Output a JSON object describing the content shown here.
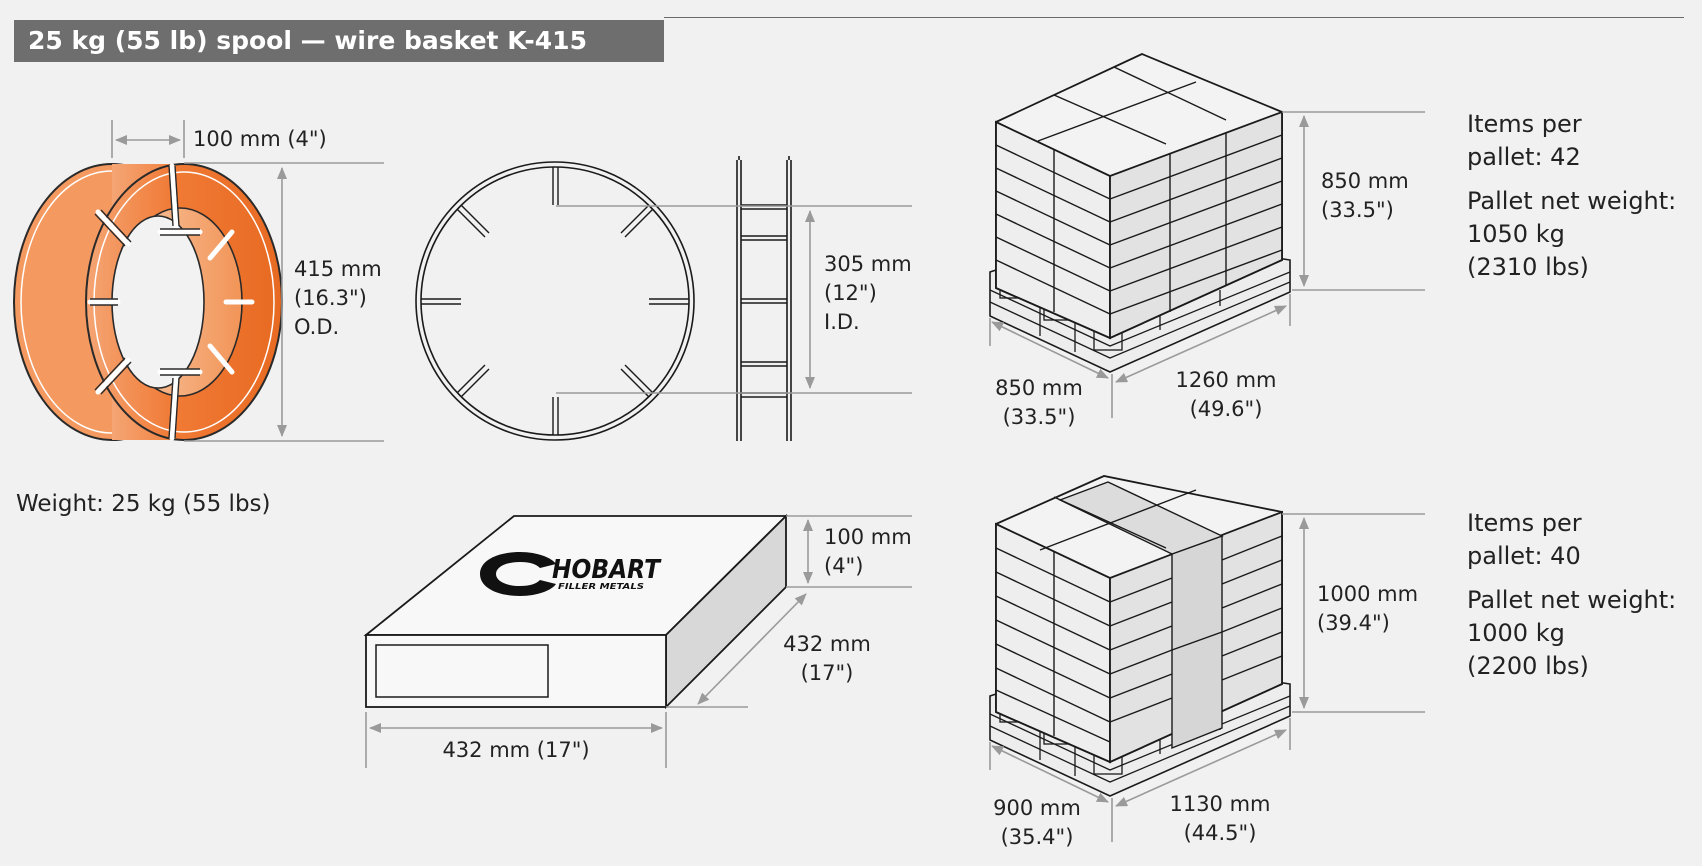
{
  "header": {
    "title": "25 kg (55 lb) spool — wire basket K-415"
  },
  "spool": {
    "width_label": "100 mm (4\")",
    "od_lines": [
      "415 mm",
      "(16.3\")",
      "O.D."
    ],
    "weight_label": "Weight: 25 kg (55 lbs)"
  },
  "basket": {
    "id_lines": [
      "305 mm",
      "(12\")",
      "I.D."
    ]
  },
  "box": {
    "height_lines": [
      "100 mm",
      "(4\")"
    ],
    "depth_lines": [
      "432 mm",
      "(17\")"
    ],
    "width_label": "432 mm (17\")",
    "logo_text": "HOBART",
    "logo_subtext": "FILLER METALS"
  },
  "pallet_1": {
    "height_lines": [
      "850 mm",
      "(33.5\")"
    ],
    "width_lines": [
      "850 mm",
      "(33.5\")"
    ],
    "length_lines": [
      "1260 mm",
      "(49.6\")"
    ],
    "items_lines": [
      "Items per",
      "pallet: 42"
    ],
    "weight_lines": [
      "Pallet net weight:",
      "1050 kg",
      "(2310 lbs)"
    ]
  },
  "pallet_2": {
    "height_lines": [
      "1000 mm",
      "(39.4\")"
    ],
    "width_lines": [
      "900 mm",
      "(35.4\")"
    ],
    "length_lines": [
      "1130 mm",
      "(44.5\")"
    ],
    "items_lines": [
      "Items per",
      "pallet: 40"
    ],
    "weight_lines": [
      "Pallet net weight:",
      "1000 kg",
      "(2200 lbs)"
    ]
  },
  "colors": {
    "title_bar": "#6e6e6e",
    "spool_orange": "#f07a35",
    "dimension_gray": "#9a9a9a",
    "box_side": "#d8d8d8"
  }
}
